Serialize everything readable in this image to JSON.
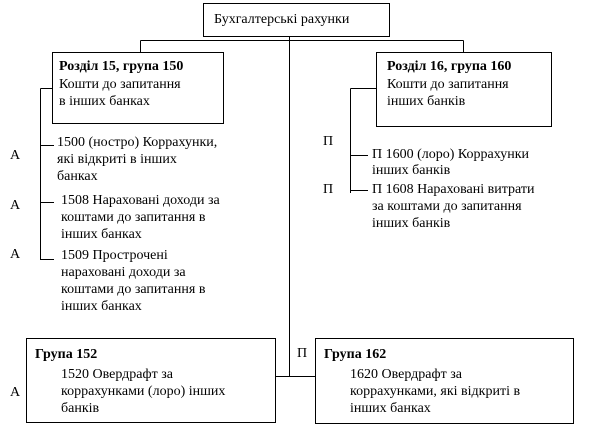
{
  "root": {
    "title": "Бухгалтерські рахунки"
  },
  "left_section": {
    "heading": "Розділ 15, група 150",
    "desc_lines": [
      "Кошти до запитання",
      "в інших банках"
    ],
    "items": [
      {
        "side": "А",
        "lines": [
          "1500 (ностро) Коррахунки,",
          "які відкриті в інших",
          "банках"
        ]
      },
      {
        "side": "А",
        "lines": [
          "1508 Нараховані доходи за",
          "коштами до запитання в",
          "інших банках"
        ]
      },
      {
        "side": "А",
        "lines": [
          "1509 Прострочені",
          "нараховані доходи за",
          "коштами до запитання в",
          "інших банках"
        ]
      }
    ]
  },
  "right_section": {
    "heading": "Розділ 16, група 160",
    "desc_lines": [
      "Кошти до запитання",
      "інших банків"
    ],
    "items": [
      {
        "side": "П",
        "lines": [
          "П  1600 (лоро) Коррахунки",
          "інших банків"
        ]
      },
      {
        "side": "П",
        "lines": [
          "П 1608 Нараховані витрати",
          "за коштами до запитання",
          "інших банків"
        ]
      }
    ]
  },
  "group_152": {
    "side": "А",
    "heading": "Група 152",
    "lines": [
      "1520 Овердрафт за",
      "коррахунками (лоро) інших",
      "банків"
    ]
  },
  "group_162": {
    "side": "П",
    "heading": "Група 162",
    "lines": [
      "1620 Овердрафт за",
      "коррахунками, які відкриті в",
      "інших банках"
    ]
  }
}
